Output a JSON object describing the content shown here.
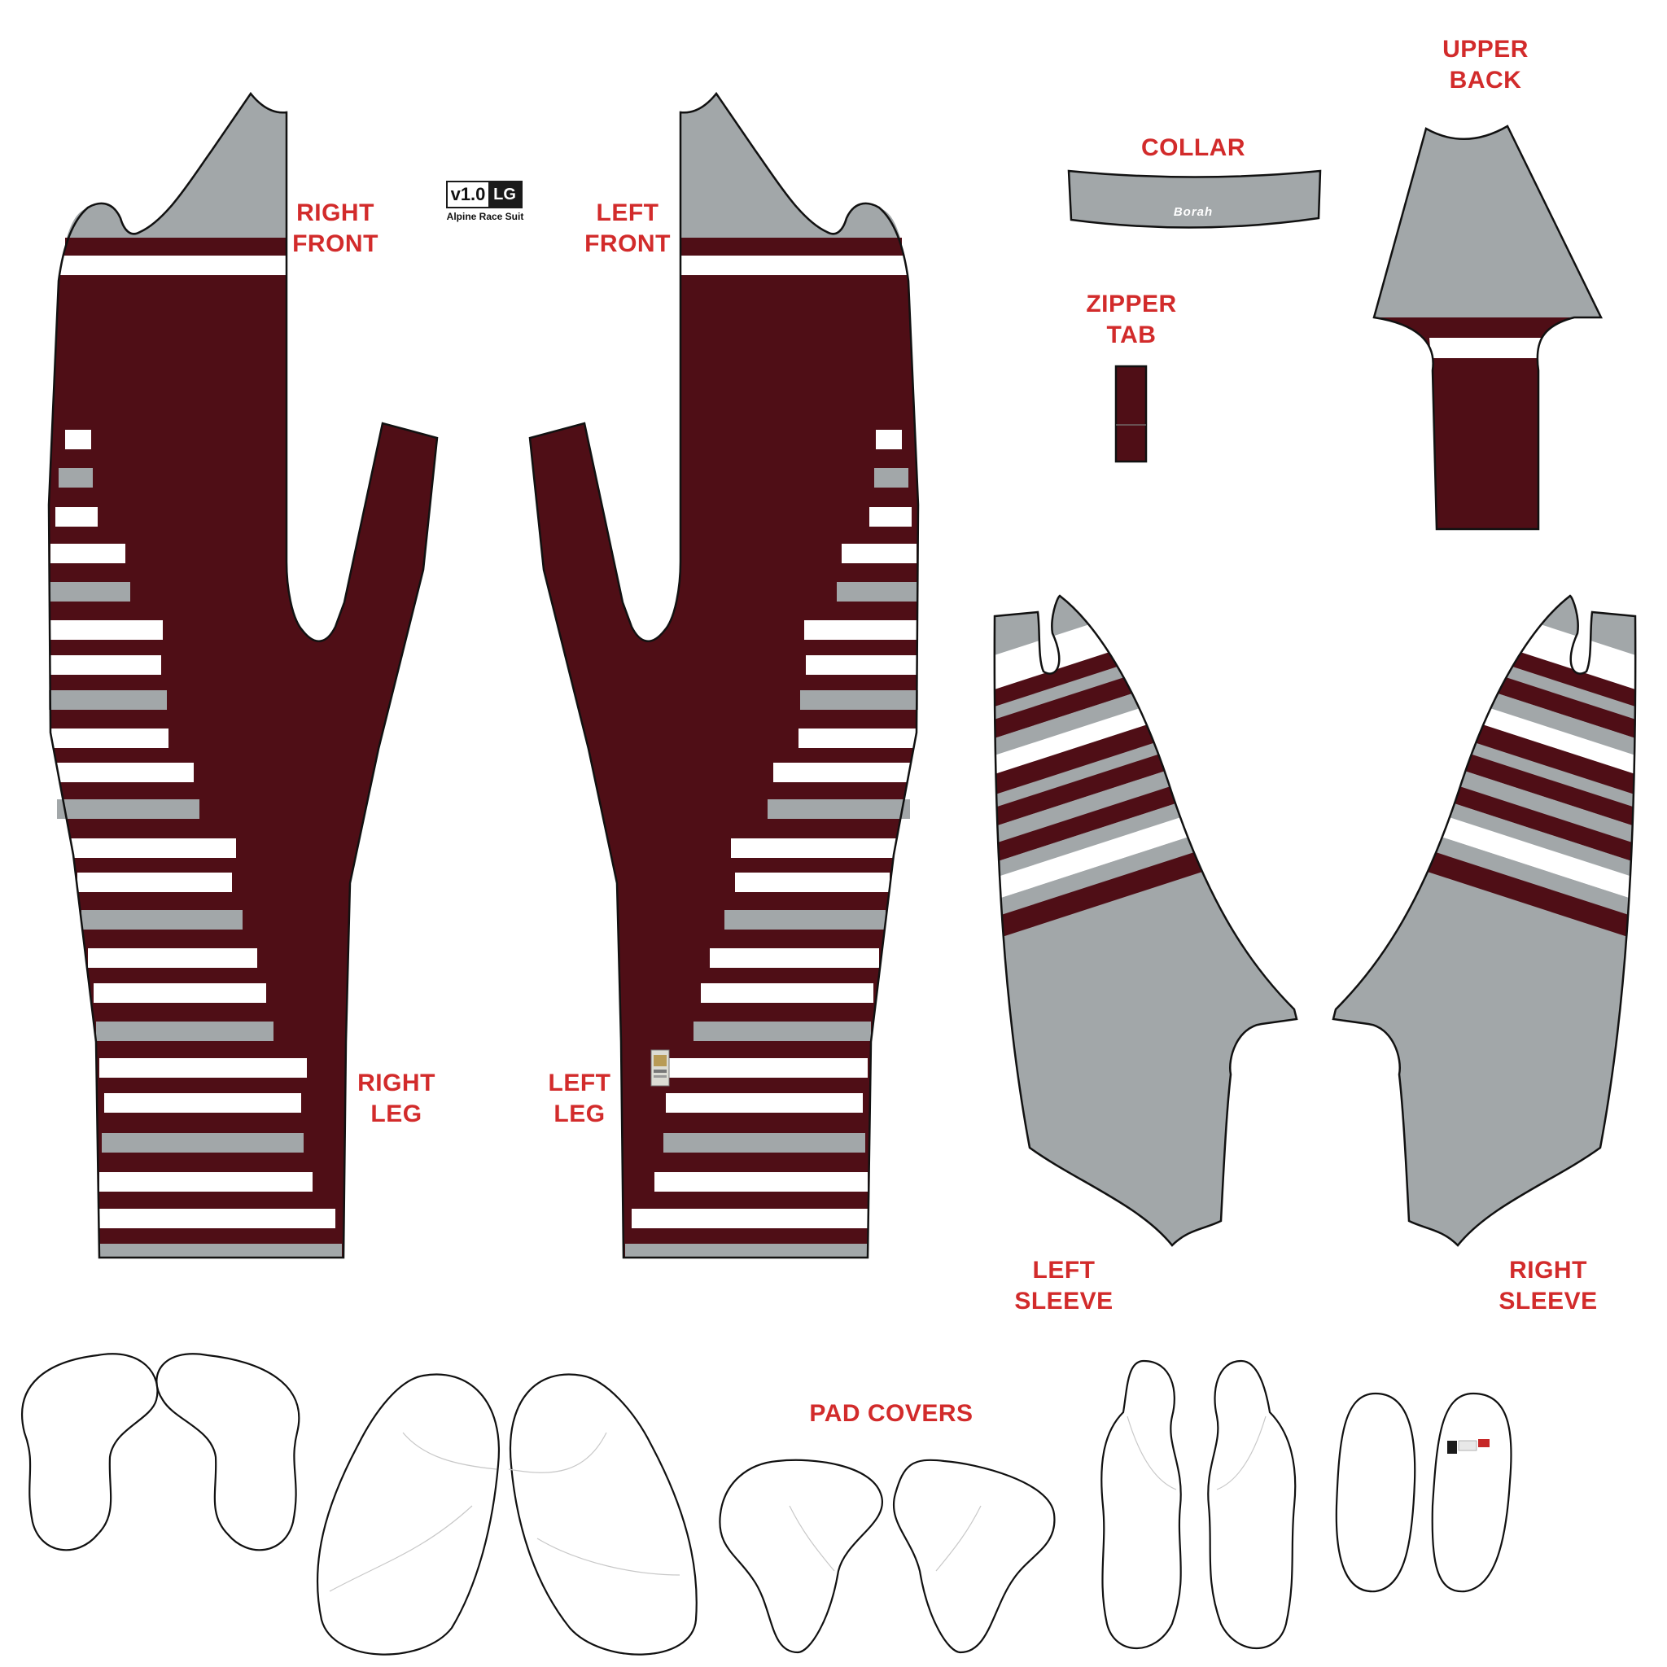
{
  "version_tag": {
    "number": "v1.0",
    "size": "LG",
    "product": "Alpine Race Suit"
  },
  "labels": {
    "right_front": [
      "RIGHT",
      "FRONT"
    ],
    "left_front": [
      "LEFT",
      "FRONT"
    ],
    "collar": [
      "COLLAR"
    ],
    "upper_back": [
      "UPPER",
      "BACK"
    ],
    "zipper_tab": [
      "ZIPPER",
      "TAB"
    ],
    "right_leg": [
      "RIGHT",
      "LEG"
    ],
    "left_leg": [
      "LEFT",
      "LEG"
    ],
    "left_sleeve": [
      "LEFT",
      "SLEEVE"
    ],
    "right_sleeve": [
      "RIGHT",
      "SLEEVE"
    ],
    "pad_covers": [
      "PAD COVERS"
    ]
  },
  "collar_brand": "Borah",
  "colors": {
    "maroon": "#4f0e16",
    "grey": "#a2a7a9",
    "white": "#ffffff",
    "label_red": "#d22b2b",
    "outline": "#111111"
  }
}
